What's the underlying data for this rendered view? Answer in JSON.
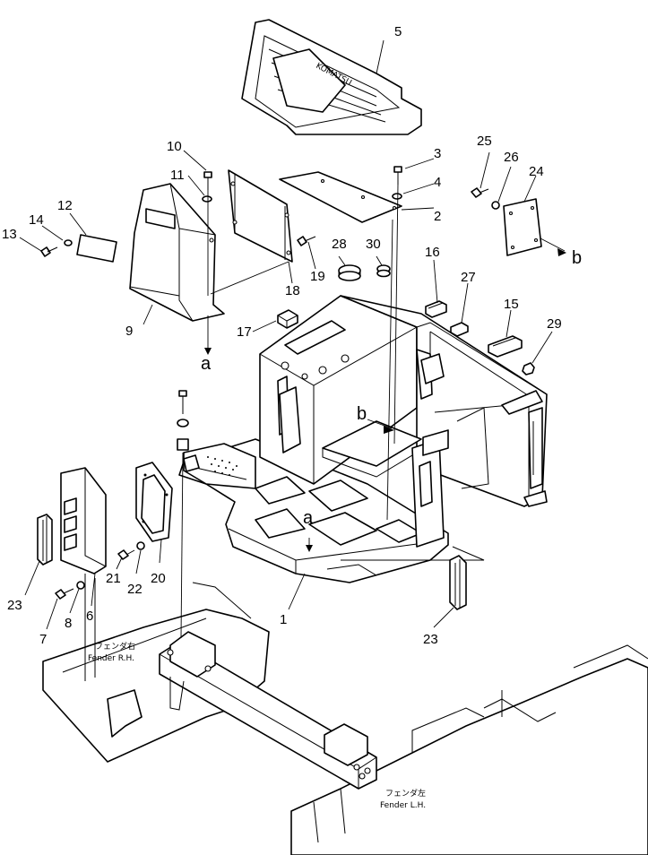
{
  "diagram": {
    "fender_rh": {
      "jp": "フェンダ右",
      "en": "Fender R.H."
    },
    "fender_lh": {
      "jp": "フェンダ左",
      "en": "Fender L.H."
    },
    "logo_text": "KOMATSU",
    "callouts": [
      {
        "id": "c1",
        "label": "1"
      },
      {
        "id": "c2",
        "label": "2"
      },
      {
        "id": "c3",
        "label": "3"
      },
      {
        "id": "c4",
        "label": "4"
      },
      {
        "id": "c5",
        "label": "5"
      },
      {
        "id": "c6",
        "label": "6"
      },
      {
        "id": "c7",
        "label": "7"
      },
      {
        "id": "c8",
        "label": "8"
      },
      {
        "id": "c9",
        "label": "9"
      },
      {
        "id": "c10",
        "label": "10"
      },
      {
        "id": "c11",
        "label": "11"
      },
      {
        "id": "c12",
        "label": "12"
      },
      {
        "id": "c13",
        "label": "13"
      },
      {
        "id": "c14",
        "label": "14"
      },
      {
        "id": "c15",
        "label": "15"
      },
      {
        "id": "c16",
        "label": "16"
      },
      {
        "id": "c17",
        "label": "17"
      },
      {
        "id": "c18",
        "label": "18"
      },
      {
        "id": "c19",
        "label": "19"
      },
      {
        "id": "c20",
        "label": "20"
      },
      {
        "id": "c21",
        "label": "21"
      },
      {
        "id": "c22",
        "label": "22"
      },
      {
        "id": "c23a",
        "label": "23"
      },
      {
        "id": "c23b",
        "label": "23"
      },
      {
        "id": "c24",
        "label": "24"
      },
      {
        "id": "c25",
        "label": "25"
      },
      {
        "id": "c26",
        "label": "26"
      },
      {
        "id": "c27",
        "label": "27"
      },
      {
        "id": "c28",
        "label": "28"
      },
      {
        "id": "c29",
        "label": "29"
      },
      {
        "id": "c30",
        "label": "30"
      }
    ],
    "connectors": [
      {
        "id": "a1",
        "label": "a"
      },
      {
        "id": "a2",
        "label": "a"
      },
      {
        "id": "b1",
        "label": "b"
      },
      {
        "id": "b2",
        "label": "b"
      }
    ]
  }
}
